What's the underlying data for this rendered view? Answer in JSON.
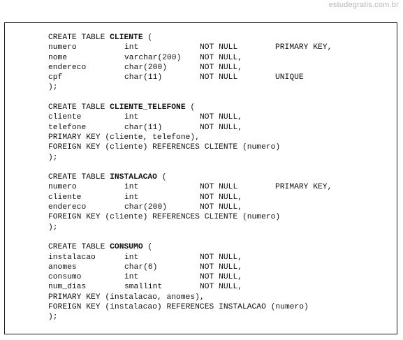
{
  "watermark": "estudegratis.com.br",
  "blocks": [
    {
      "keyword": "CREATE TABLE ",
      "name": "CLIENTE",
      "open": " (",
      "columns": [
        [
          "numero",
          "int",
          "NOT NULL",
          "PRIMARY KEY,"
        ],
        [
          "nome",
          "varchar(200)",
          "NOT NULL,",
          ""
        ],
        [
          "endereco",
          "char(200)",
          "NOT NULL,",
          ""
        ],
        [
          "cpf",
          "char(11)",
          "NOT NULL",
          "UNIQUE"
        ]
      ],
      "constraints": [],
      "close": ");"
    },
    {
      "keyword": "CREATE TABLE ",
      "name": "CLIENTE_TELEFONE",
      "open": " (",
      "columns": [
        [
          "cliente",
          "int",
          "NOT NULL,",
          ""
        ],
        [
          "telefone",
          "char(11)",
          "NOT NULL,",
          ""
        ]
      ],
      "constraints": [
        "PRIMARY KEY (cliente, telefone),",
        "FOREIGN KEY (cliente) REFERENCES CLIENTE (numero)"
      ],
      "close": ");"
    },
    {
      "keyword": "CREATE TABLE ",
      "name": "INSTALACAO",
      "open": " (",
      "columns": [
        [
          "numero",
          "int",
          "NOT NULL",
          "PRIMARY KEY,"
        ],
        [
          "cliente",
          "int",
          "NOT NULL,",
          ""
        ],
        [
          "endereco",
          "char(200)",
          "NOT NULL,",
          ""
        ]
      ],
      "constraints": [
        "FOREIGN KEY (cliente) REFERENCES CLIENTE (numero)"
      ],
      "close": ");"
    },
    {
      "keyword": "CREATE TABLE ",
      "name": "CONSUMO",
      "open": " (",
      "columns": [
        [
          "instalacao",
          "int",
          "NOT NULL,",
          ""
        ],
        [
          "anomes",
          "char(6)",
          "NOT NULL,",
          ""
        ],
        [
          "consumo",
          "int",
          "NOT NULL,",
          ""
        ],
        [
          "num_dias",
          "smallint",
          "NOT NULL,",
          ""
        ]
      ],
      "constraints": [
        "PRIMARY KEY (instalacao, anomes),",
        "FOREIGN KEY (instalacao) REFERENCES INSTALACAO (numero)"
      ],
      "close": ");"
    }
  ]
}
